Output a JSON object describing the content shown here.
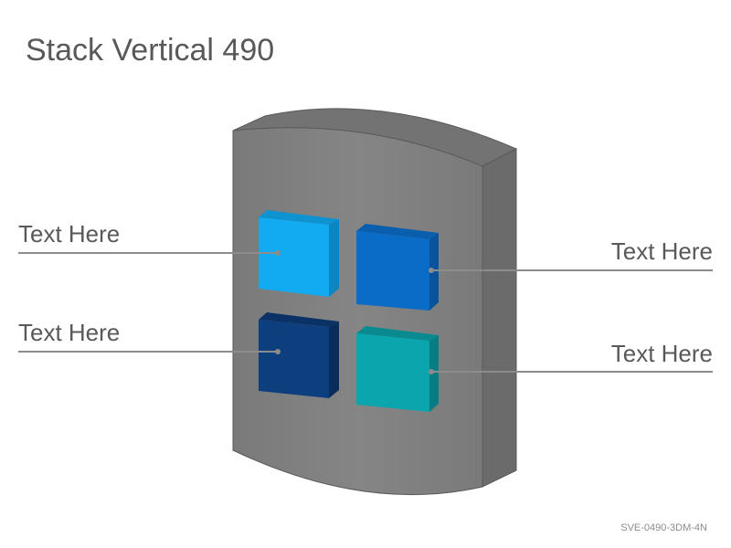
{
  "title": "Stack Vertical 490",
  "code": "SVE-0490-3DM-4N",
  "labels": {
    "top_left": "Text Here",
    "bottom_left": "Text Here",
    "top_right": "Text Here",
    "bottom_right": "Text Here"
  },
  "colors": {
    "slab_front": "#7f7f7f",
    "slab_side": "#6b6b6b",
    "slab_top": "#737373",
    "connector": "#8c8c8c",
    "cube_top_left": "#12aaf0",
    "cube_top_right": "#0a6cc7",
    "cube_bottom_left": "#0d3f7f",
    "cube_bottom_right": "#0aa5ad"
  }
}
